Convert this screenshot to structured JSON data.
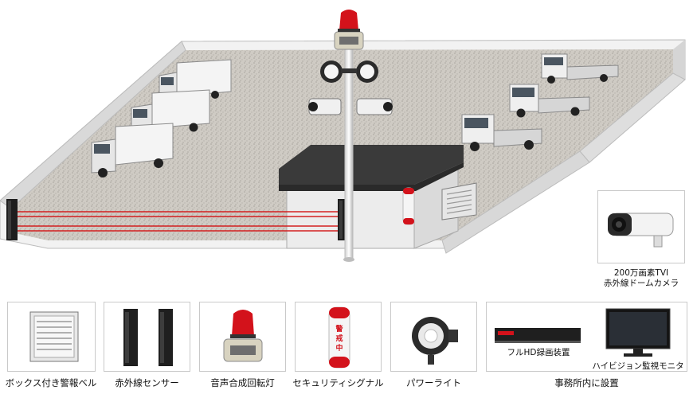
{
  "camera_card": {
    "line1": "200万画素TVI",
    "line2": "赤外線ドームカメラ"
  },
  "equipment": [
    {
      "label": "ボックス付き警報ベル",
      "icon": "alarm-bell-box-icon"
    },
    {
      "label": "赤外線センサー",
      "icon": "infrared-sensor-icon"
    },
    {
      "label": "音声合成回転灯",
      "icon": "rotating-beacon-icon"
    },
    {
      "label": "セキュリティシグナル",
      "icon": "security-signal-icon"
    },
    {
      "label": "パワーライト",
      "icon": "power-light-icon"
    },
    {
      "label": "事務所内に設置",
      "icon": "office-equipment-icon"
    }
  ],
  "office": {
    "recorder_label": "フルHD録画装置",
    "monitor_label": "ハイビジョン監視モニタ"
  },
  "signal_text": "警戒中",
  "colors": {
    "infrared_beam": "#d42020",
    "beacon_red": "#d3121b",
    "ground": "#c9c5bd",
    "wall": "#e9e9e9",
    "roof": "#3a3a3a"
  }
}
